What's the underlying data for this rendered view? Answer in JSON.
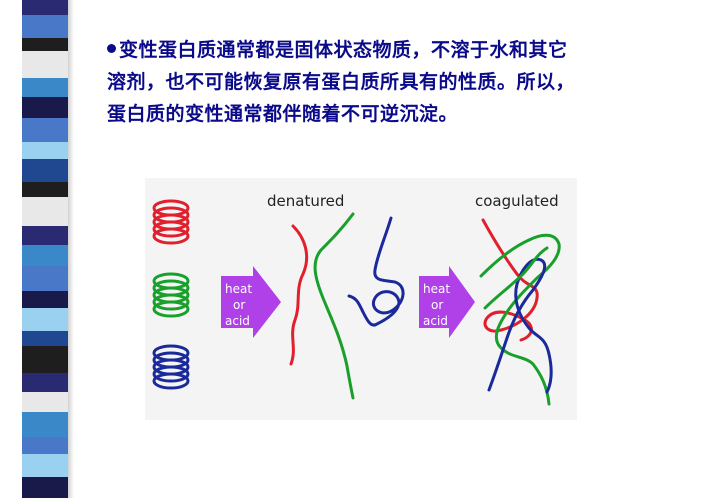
{
  "text": {
    "line1": "变性蛋白质通常都是固体状态物质，不溶于水和其它",
    "line2": "溶剂，也不可能恢复原有蛋白质所具有的性质。所以，",
    "line3": "蛋白质的变性通常都伴随着不可逆沉淀。"
  },
  "figure": {
    "label_denatured": "denatured",
    "label_coagulated": "coagulated",
    "arrow1": {
      "line1": "heat",
      "line2": "or",
      "line3": "acid"
    },
    "arrow2": {
      "line1": "heat",
      "line2": "or",
      "line3": "acid"
    }
  },
  "colors": {
    "text": "#0b0b8a",
    "red": "#e0202c",
    "green": "#18a02a",
    "blue": "#1a2a9a",
    "arrow": "#b040e8",
    "stripes": [
      "#2a2a72",
      "#4a78c8",
      "#1e1e1e",
      "#e8e8e8",
      "#3a88c8",
      "#1a1a4a",
      "#9ad0f0",
      "#204890"
    ]
  }
}
